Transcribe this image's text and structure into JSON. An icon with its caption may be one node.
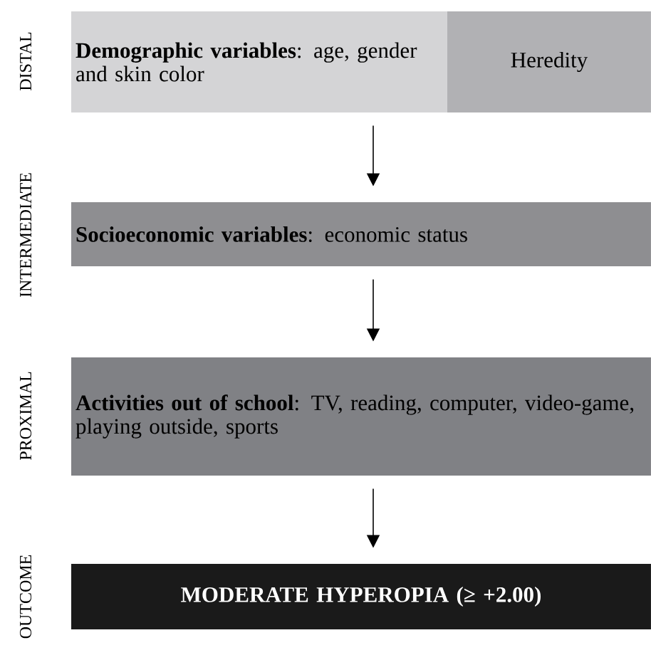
{
  "diagram": {
    "nodes": [
      {
        "text": [
          "**Demographic variables**: age, gender and skin color"
        ]
      },
      {
        "text": [
          "Heredity"
        ]
      },
      {
        "text": [
          "**Socioeconomic variables**:  economic status"
        ]
      },
      {
        "text": [
          "**Activities out of school**:  TV, reading, computer, video-game, playing outside, sports"
        ]
      },
      {
        "text": [
          "MODERATE HYPEROPIA (≥ +2.00)"
        ]
      }
    ],
    "edges": [
      {
        "from": 0,
        "to": 2,
        "arrow": "to"
      },
      {
        "from": 2,
        "to": 3,
        "arrow": "to"
      },
      {
        "from": 3,
        "to": 4,
        "arrow": "to"
      }
    ],
    "labels": [
      "DISTAL",
      "INTERMEDIATE",
      "PROXIMAL",
      "OUTCOME"
    ]
  }
}
